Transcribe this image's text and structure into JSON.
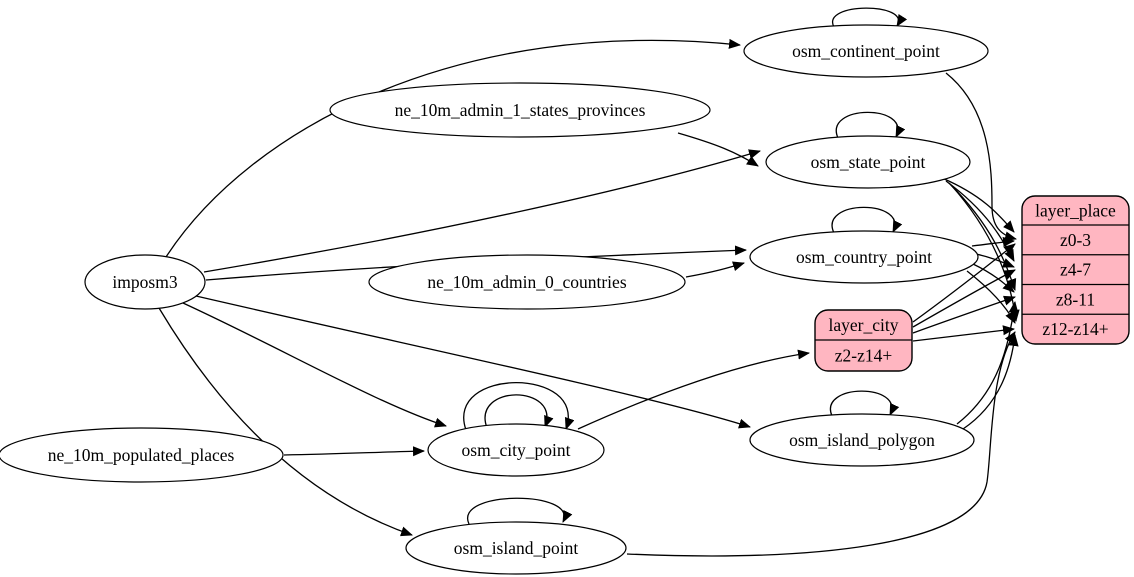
{
  "diagram": {
    "kind": "etl-dependency-graph",
    "background": "#ffffff",
    "colors": {
      "table_node_fill": "#ffffff",
      "layer_node_fill": "#ffb6c1",
      "edge_stroke": "#000000",
      "text": "#000000"
    },
    "nodes": {
      "imposm3": {
        "shape": "ellipse",
        "label": "imposm3"
      },
      "ne_10m_admin_1_states_provinces": {
        "shape": "ellipse",
        "label": "ne_10m_admin_1_states_provinces"
      },
      "ne_10m_admin_0_countries": {
        "shape": "ellipse",
        "label": "ne_10m_admin_0_countries"
      },
      "ne_10m_populated_places": {
        "shape": "ellipse",
        "label": "ne_10m_populated_places"
      },
      "osm_continent_point": {
        "shape": "ellipse",
        "label": "osm_continent_point"
      },
      "osm_state_point": {
        "shape": "ellipse",
        "label": "osm_state_point"
      },
      "osm_country_point": {
        "shape": "ellipse",
        "label": "osm_country_point"
      },
      "osm_city_point": {
        "shape": "ellipse",
        "label": "osm_city_point"
      },
      "osm_island_polygon": {
        "shape": "ellipse",
        "label": "osm_island_polygon"
      },
      "osm_island_point": {
        "shape": "ellipse",
        "label": "osm_island_point"
      },
      "layer_city": {
        "shape": "record",
        "label": "layer_city",
        "rows": [
          "z2-z14+"
        ]
      },
      "layer_place": {
        "shape": "record",
        "label": "layer_place",
        "rows": [
          "z0-3",
          "z4-7",
          "z8-11",
          "z12-z14+"
        ]
      }
    },
    "edges": [
      {
        "id": "e1",
        "from": "imposm3",
        "to": "osm_continent_point"
      },
      {
        "id": "e2",
        "from": "imposm3",
        "to": "osm_state_point"
      },
      {
        "id": "e3",
        "from": "imposm3",
        "to": "osm_country_point"
      },
      {
        "id": "e4",
        "from": "imposm3",
        "to": "osm_city_point"
      },
      {
        "id": "e5",
        "from": "imposm3",
        "to": "osm_island_polygon"
      },
      {
        "id": "e6",
        "from": "imposm3",
        "to": "osm_island_point"
      },
      {
        "id": "e7",
        "from": "ne_10m_admin_1_states_provinces",
        "to": "osm_state_point"
      },
      {
        "id": "e8",
        "from": "ne_10m_admin_0_countries",
        "to": "osm_country_point"
      },
      {
        "id": "e9",
        "from": "ne_10m_populated_places",
        "to": "osm_city_point"
      },
      {
        "id": "e10",
        "from": "osm_continent_point",
        "to": "layer_place",
        "to_port": "z0-3"
      },
      {
        "id": "e11",
        "from": "osm_state_point",
        "to": "layer_place",
        "to_port": "z0-3"
      },
      {
        "id": "e12",
        "from": "osm_state_point",
        "to": "layer_place",
        "to_port": "z4-7"
      },
      {
        "id": "e13",
        "from": "osm_state_point",
        "to": "layer_place",
        "to_port": "z8-11"
      },
      {
        "id": "e14",
        "from": "osm_state_point",
        "to": "layer_place",
        "to_port": "z12-z14+"
      },
      {
        "id": "e15",
        "from": "osm_country_point",
        "to": "layer_place",
        "to_port": "z0-3"
      },
      {
        "id": "e16",
        "from": "osm_country_point",
        "to": "layer_place",
        "to_port": "z4-7"
      },
      {
        "id": "e17",
        "from": "osm_country_point",
        "to": "layer_place",
        "to_port": "z8-11"
      },
      {
        "id": "e18",
        "from": "osm_country_point",
        "to": "layer_place",
        "to_port": "z12-z14+"
      },
      {
        "id": "e19",
        "from": "osm_city_point",
        "to": "layer_city",
        "to_port": "z2-z14+"
      },
      {
        "id": "e20",
        "from": "layer_city",
        "to": "layer_place",
        "to_port": "z0-3"
      },
      {
        "id": "e21",
        "from": "layer_city",
        "to": "layer_place",
        "to_port": "z4-7"
      },
      {
        "id": "e22",
        "from": "layer_city",
        "to": "layer_place",
        "to_port": "z8-11"
      },
      {
        "id": "e23",
        "from": "layer_city",
        "to": "layer_place",
        "to_port": "z12-z14+"
      },
      {
        "id": "e24",
        "from": "osm_island_polygon",
        "to": "layer_place",
        "to_port": "z8-11"
      },
      {
        "id": "e25",
        "from": "osm_island_polygon",
        "to": "layer_place",
        "to_port": "z12-z14+"
      },
      {
        "id": "e26",
        "from": "osm_island_point",
        "to": "layer_place",
        "to_port": "z12-z14+"
      },
      {
        "id": "e27",
        "from": "osm_continent_point",
        "to": "osm_continent_point"
      },
      {
        "id": "e28",
        "from": "osm_state_point",
        "to": "osm_state_point"
      },
      {
        "id": "e29",
        "from": "osm_country_point",
        "to": "osm_country_point"
      },
      {
        "id": "e30",
        "from": "osm_city_point",
        "to": "osm_city_point"
      },
      {
        "id": "e31",
        "from": "osm_city_point",
        "to": "osm_city_point"
      },
      {
        "id": "e32",
        "from": "osm_island_polygon",
        "to": "osm_island_polygon"
      },
      {
        "id": "e33",
        "from": "osm_island_point",
        "to": "osm_island_point"
      }
    ]
  }
}
